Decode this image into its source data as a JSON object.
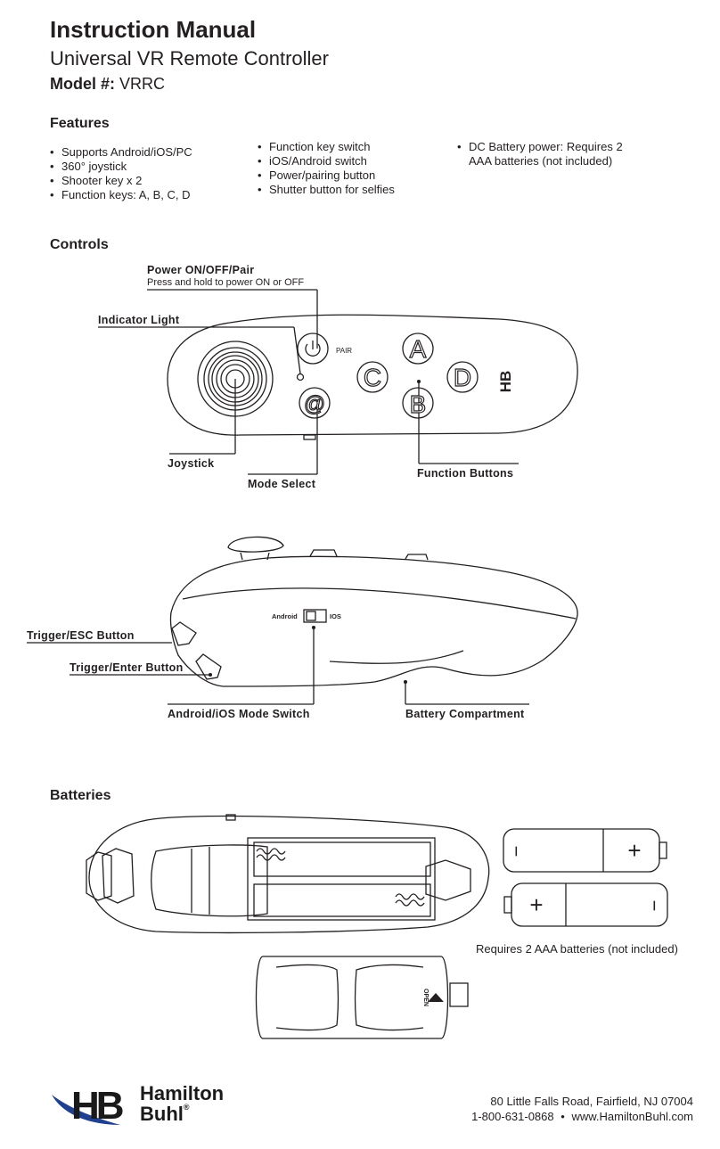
{
  "header": {
    "title": "Instruction Manual",
    "subtitle": "Universal VR Remote Controller",
    "model_label": "Model #:",
    "model_value": "VRRC"
  },
  "features": {
    "heading": "Features",
    "col1": [
      "Supports Android/iOS/PC",
      "360° joystick",
      "Shooter key x 2",
      "Function keys: A, B, C, D"
    ],
    "col2": [
      "Function key switch",
      "iOS/Android switch",
      "Power/pairing button",
      "Shutter button for selfies"
    ],
    "col3_line1": "DC Battery power: Requires 2",
    "col3_line2": "AAA batteries (not included)"
  },
  "controls": {
    "heading": "Controls",
    "power_label": "Power ON/OFF/Pair",
    "power_sub": "Press and hold to power ON or OFF",
    "indicator_label": "Indicator Light",
    "joystick_label": "Joystick",
    "mode_select_label": "Mode Select",
    "function_buttons_label": "Function Buttons",
    "pair_text": "PAIR",
    "button_letters": [
      "A",
      "B",
      "C",
      "D"
    ],
    "mode_symbol": "@",
    "brand_mark": "HB",
    "trigger_esc_label": "Trigger/ESC Button",
    "trigger_enter_label": "Trigger/Enter Button",
    "mode_switch_label": "Android/iOS Mode Switch",
    "battery_compartment_label": "Battery Compartment",
    "switch_android": "Android",
    "switch_ios": "IOS"
  },
  "batteries": {
    "heading": "Batteries",
    "note": "Requires 2 AAA batteries (not included)",
    "open_label": "OPEN",
    "plus": "+",
    "minus": "−"
  },
  "footer": {
    "company_line1": "Hamilton",
    "company_line2": "Buhl",
    "registered": "®",
    "logo_mark": "HB",
    "address": "80 Little Falls Road, Fairfield, NJ 07004",
    "phone": "1-800-631-0868",
    "separator": "•",
    "website": "www.HamiltonBuhl.com"
  },
  "colors": {
    "ink": "#231f20",
    "logo_blue": "#1f3f8f"
  }
}
